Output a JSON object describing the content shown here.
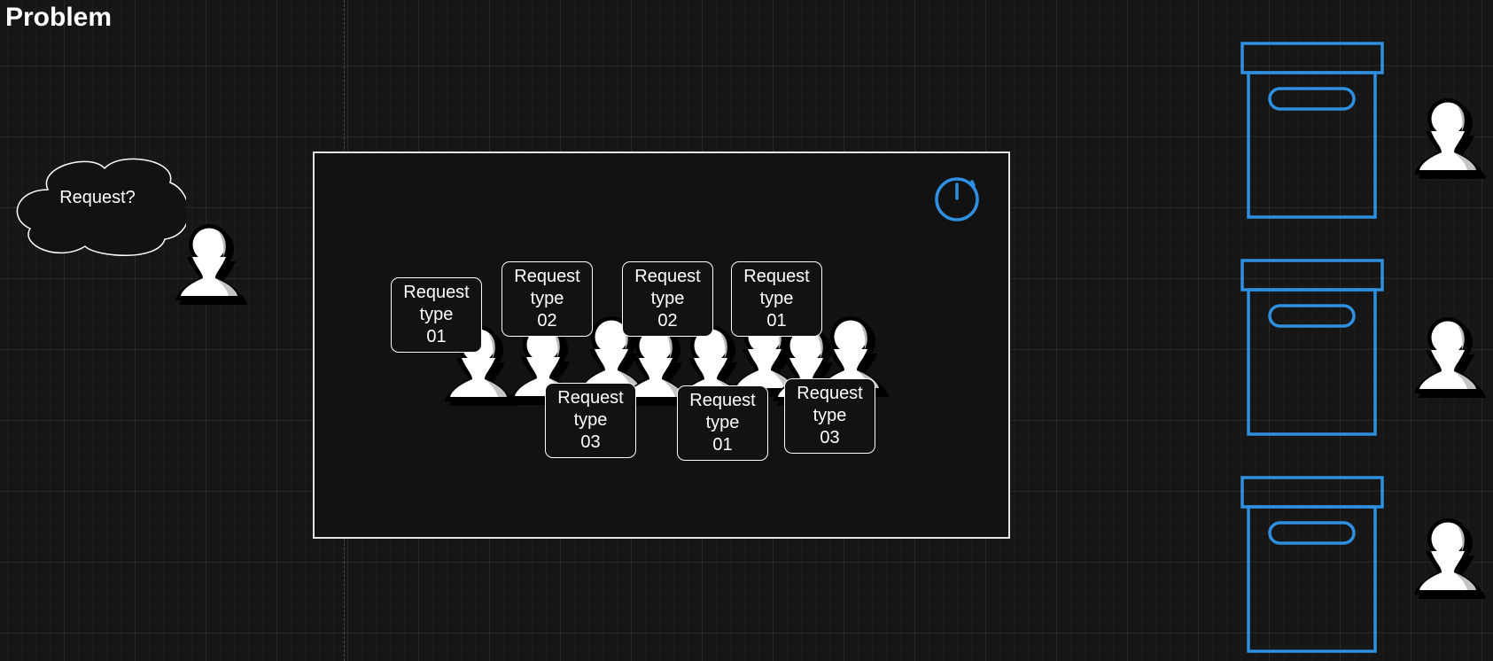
{
  "page": {
    "title": "Problem"
  },
  "client": {
    "thought": "Request?"
  },
  "queue": {
    "requests": [
      {
        "line1": "Request",
        "line2": "type",
        "code": "01"
      },
      {
        "line1": "Request",
        "line2": "type",
        "code": "02"
      },
      {
        "line1": "Request",
        "line2": "type",
        "code": "02"
      },
      {
        "line1": "Request",
        "line2": "type",
        "code": "01"
      },
      {
        "line1": "Request",
        "line2": "type",
        "code": "03"
      },
      {
        "line1": "Request",
        "line2": "type",
        "code": "01"
      },
      {
        "line1": "Request",
        "line2": "type",
        "code": "03"
      }
    ]
  },
  "colors": {
    "accent": "#2f8fe0",
    "foreground": "#ffffff",
    "background": "#161616"
  },
  "icons": {
    "person": "person-icon",
    "server": "server-icon",
    "timer": "stopwatch-icon",
    "thought": "thought-bubble"
  }
}
